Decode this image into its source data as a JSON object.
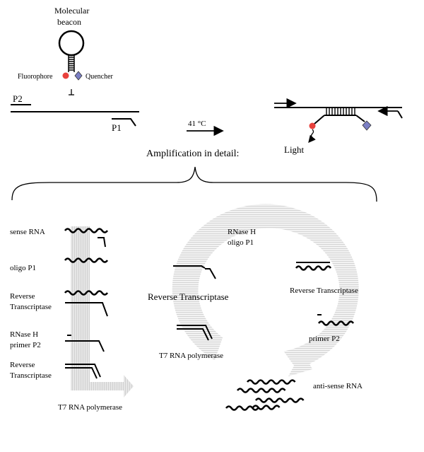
{
  "labels": {
    "molecular_beacon": [
      "Molecular",
      "beacon"
    ],
    "fluorophore": "Fluorophore",
    "quencher": "Quencher",
    "p2": "P2",
    "p1": "P1",
    "temperature": "41 °C",
    "light": "Light",
    "amplification": "Amplification in detail:"
  },
  "left_steps": {
    "sense_rna": "sense RNA",
    "oligo_p1": "oligo P1",
    "reverse_transcriptase_1": [
      "Reverse",
      "Transcriptase"
    ],
    "rnase_h_primer_p2": [
      "RNase H",
      "primer P2"
    ],
    "reverse_transcriptase_2": [
      "Reverse",
      "Transcriptase"
    ],
    "t7_rna_polymerase": "T7 RNA polymerase"
  },
  "cycle": {
    "rnase_h_oligo_p1": [
      "RNase H",
      "oligo P1"
    ],
    "reverse_transcriptase_left": "Reverse Transcriptase",
    "reverse_transcriptase_right": "Reverse Transcriptase",
    "t7_rna_polymerase": "T7 RNA polymerase",
    "primer_p2": "primer P2",
    "anti_sense_rna": "anti-sense RNA"
  },
  "colors": {
    "fluorophore": "#e8413c",
    "quencher": "#7b7fc4",
    "cycle_band": "#e2e2e2",
    "left_arrow": "#e6e6e6"
  }
}
